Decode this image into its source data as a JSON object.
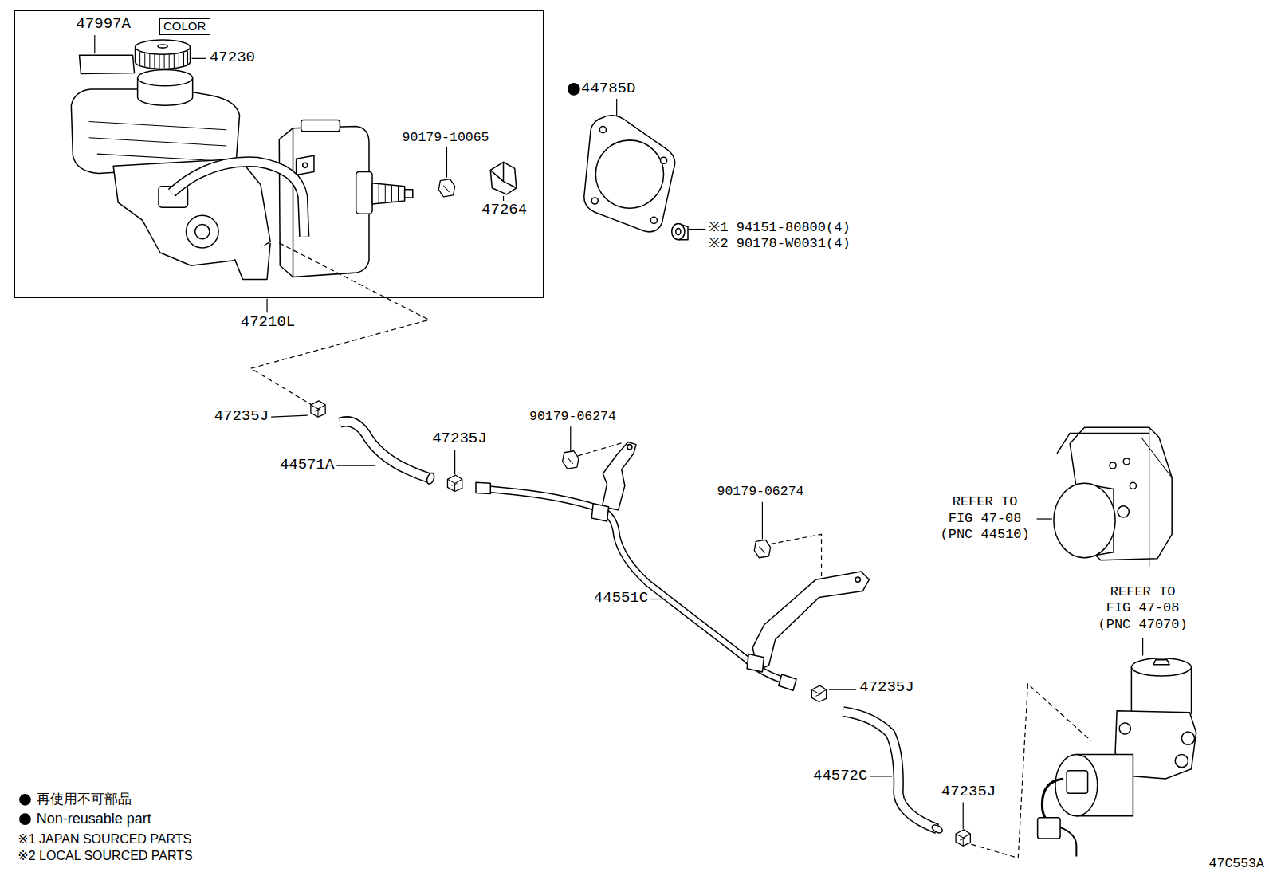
{
  "diagram": {
    "nodes": [
      {
        "text": [
          "47210L"
        ]
      },
      {
        "text": [
          "COLOR"
        ],
        "in": 0
      }
    ],
    "labels": [
      "47997A",
      "47230",
      "90179-10065",
      "47264",
      "44785D",
      "※1 94151-80800(4)",
      "※2 90178-W0031(4)",
      "47235J",
      "44571A",
      "47235J",
      "90179-06274",
      "90179-06274",
      "44551C",
      "47235J",
      "44572C",
      "47235J",
      "REFER TO FIG 47-08 (PNC 44510)",
      "REFER TO FIG 47-08 (PNC 47070)",
      "47C553A"
    ],
    "legend": [
      {
        "text": "再使用不可部品"
      },
      {
        "text": "Non-reusable part"
      },
      {
        "text": "※1 JAPAN SOURCED PARTS"
      },
      {
        "text": "※2 LOCAL SOURCED PARTS"
      }
    ]
  }
}
